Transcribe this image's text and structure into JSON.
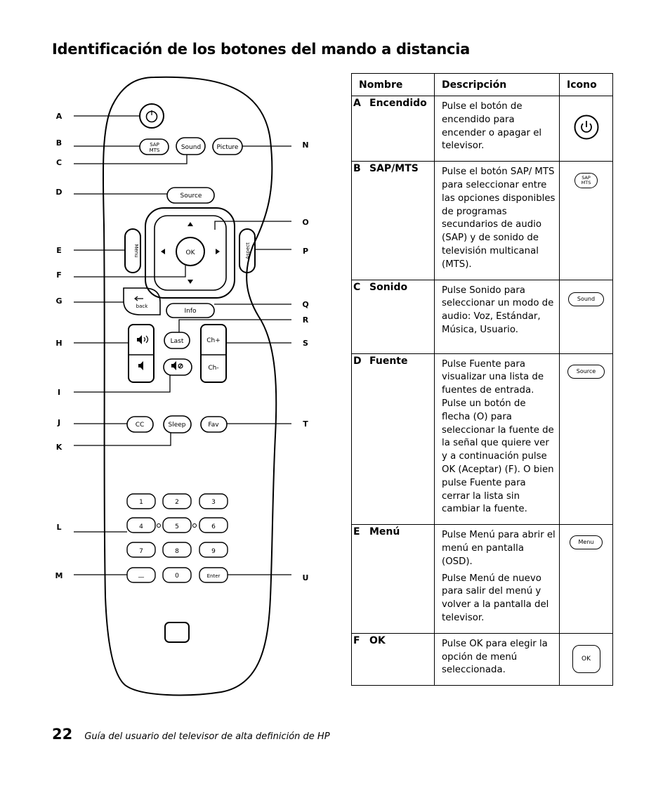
{
  "title": "Identificación de los botones del mando a distancia",
  "table": {
    "headers": {
      "name": "Nombre",
      "description": "Descripción",
      "icon": "Icono"
    },
    "rows": [
      {
        "letter": "A",
        "name": "Encendido",
        "desc": [
          "Pulse el botón de encendido para encender o apagar el televisor."
        ],
        "icon": "power-icon"
      },
      {
        "letter": "B",
        "name": "SAP/MTS",
        "desc": [
          "Pulse el botón SAP/ MTS para seleccionar entre las opciones disponibles de programas secundarios de audio (SAP) y de sonido de televisión multicanal (MTS)."
        ],
        "icon_line1": "SAP",
        "icon_line2": "MTS"
      },
      {
        "letter": "C",
        "name": "Sonido",
        "desc": [
          "Pulse Sonido para seleccionar un modo de audio: Voz, Estándar, Música, Usuario."
        ],
        "icon_label": "Sound"
      },
      {
        "letter": "D",
        "name": "Fuente",
        "desc": [
          "Pulse Fuente para visualizar una lista de fuentes de entrada. Pulse un botón de flecha (O) para seleccionar la fuente de la señal que quiere ver y a continuación pulse OK (Aceptar) (F). O bien pulse Fuente para cerrar la lista sin cambiar la fuente."
        ],
        "icon_label": "Source"
      },
      {
        "letter": "E",
        "name": "Menú",
        "desc": [
          "Pulse Menú para abrir el menú en pantalla (OSD).",
          "Pulse Menú de nuevo para salir del menú y volver a la pantalla del televisor."
        ],
        "icon_label": "Menu"
      },
      {
        "letter": "F",
        "name": "OK",
        "desc": [
          "Pulse OK para elegir la opción de menú seleccionada."
        ],
        "icon_label": "OK"
      }
    ]
  },
  "remote": {
    "callouts_left": [
      "A",
      "B",
      "C",
      "D",
      "E",
      "F",
      "G",
      "H",
      "I",
      "J",
      "K",
      "L",
      "M"
    ],
    "callouts_right": [
      "N",
      "O",
      "P",
      "Q",
      "R",
      "S",
      "T",
      "U"
    ],
    "buttons": {
      "sap": "SAP",
      "mts": "MTS",
      "sound": "Sound",
      "picture": "Picture",
      "source": "Source",
      "menu": "Menu",
      "aspect": "Aspect",
      "ok": "OK",
      "back": "back",
      "info": "Info",
      "last": "Last",
      "ch_up": "Ch+",
      "ch_down": "Ch-",
      "cc": "CC",
      "sleep": "Sleep",
      "fav": "Fav",
      "digits": [
        "1",
        "2",
        "3",
        "4",
        "5",
        "6",
        "7",
        "8",
        "9"
      ],
      "dash": "—",
      "zero": "0",
      "enter": "Enter"
    }
  },
  "footer": {
    "page_number": "22",
    "text": "Guía del usuario del televisor de alta definición de HP"
  }
}
